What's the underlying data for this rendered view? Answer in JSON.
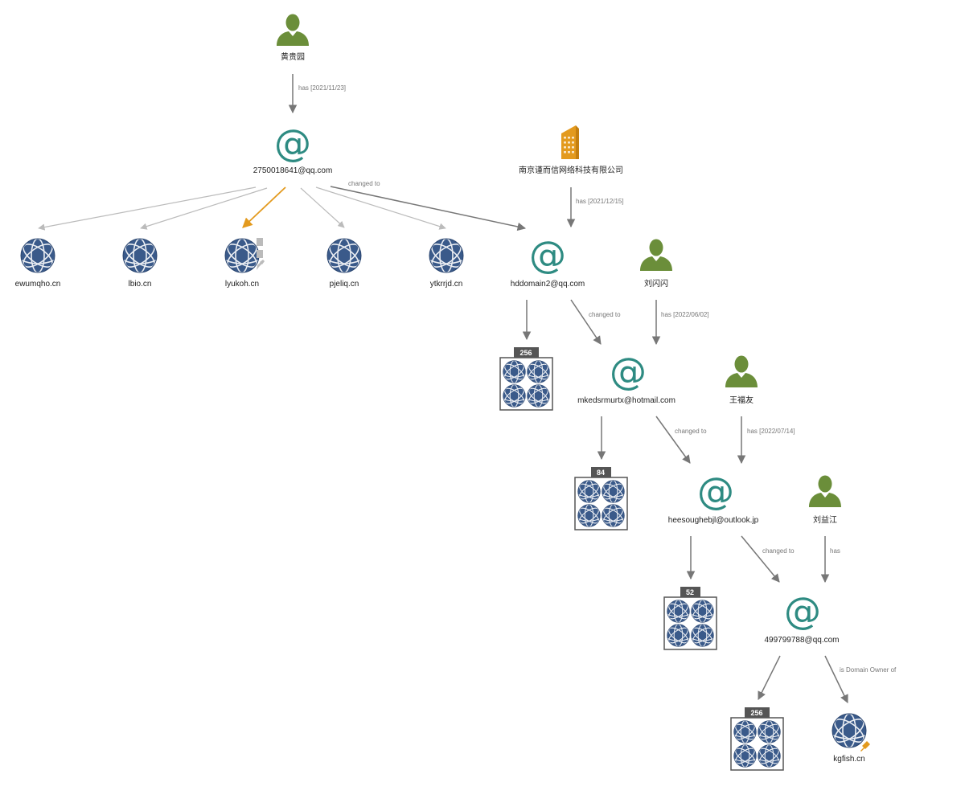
{
  "colors": {
    "person": "#6b8e3a",
    "email": "#2e8b82",
    "company": "#e39a1e",
    "domain": "#3a5a8a",
    "edge": "#777777",
    "edge_light": "#bbbbbb",
    "edge_highlight": "#e39a1e",
    "count_badge": "#555555"
  },
  "nodes": {
    "person_huang": {
      "label": "黄贵园",
      "icon": "person-icon"
    },
    "email_qq1": {
      "label": "2750018641@qq.com",
      "icon": "at-icon"
    },
    "company_nj": {
      "label": "南京谨而信网络科技有限公司",
      "icon": "building-icon"
    },
    "dom_ewumqho": {
      "label": "ewumqho.cn",
      "icon": "globe-icon"
    },
    "dom_lbio": {
      "label": "lbio.cn",
      "icon": "globe-icon"
    },
    "dom_lyukoh": {
      "label": "lyukoh.cn",
      "icon": "globe-icon"
    },
    "dom_pjeliq": {
      "label": "pjeliq.cn",
      "icon": "globe-icon"
    },
    "dom_ytkrrjd": {
      "label": "ytkrrjd.cn",
      "icon": "globe-icon"
    },
    "email_hddomain2": {
      "label": "hddomain2@qq.com",
      "icon": "at-icon"
    },
    "person_liushan": {
      "label": "刘闪闪",
      "icon": "person-icon"
    },
    "group_256a": {
      "count": "256",
      "icon": "globe-group-icon"
    },
    "email_hotmail": {
      "label": "mkedsrmurtx@hotmail.com",
      "icon": "at-icon"
    },
    "person_wang": {
      "label": "王福友",
      "icon": "person-icon"
    },
    "group_84": {
      "count": "84",
      "icon": "globe-group-icon"
    },
    "email_outlook": {
      "label": "heesoughebjl@outlook.jp",
      "icon": "at-icon"
    },
    "person_liuyi": {
      "label": "刘益江",
      "icon": "person-icon"
    },
    "group_52": {
      "count": "52",
      "icon": "globe-group-icon"
    },
    "email_qq2": {
      "label": "499799788@qq.com",
      "icon": "at-icon"
    },
    "group_256b": {
      "count": "256",
      "icon": "globe-group-icon"
    },
    "dom_kgfish": {
      "label": "kgfish.cn",
      "icon": "globe-icon"
    }
  },
  "edges": {
    "huang_has": "has [2021/11/23]",
    "qq1_changed": "changed to",
    "company_has": "has [2021/12/15]",
    "hd_changed": "changed to",
    "liushan_has": "has [2022/06/02]",
    "hotmail_changed": "changed to",
    "wang_has": "has [2022/07/14]",
    "outlook_changed": "changed to",
    "liuyi_has": "has",
    "qq2_owner": "is Domain Owner of"
  }
}
